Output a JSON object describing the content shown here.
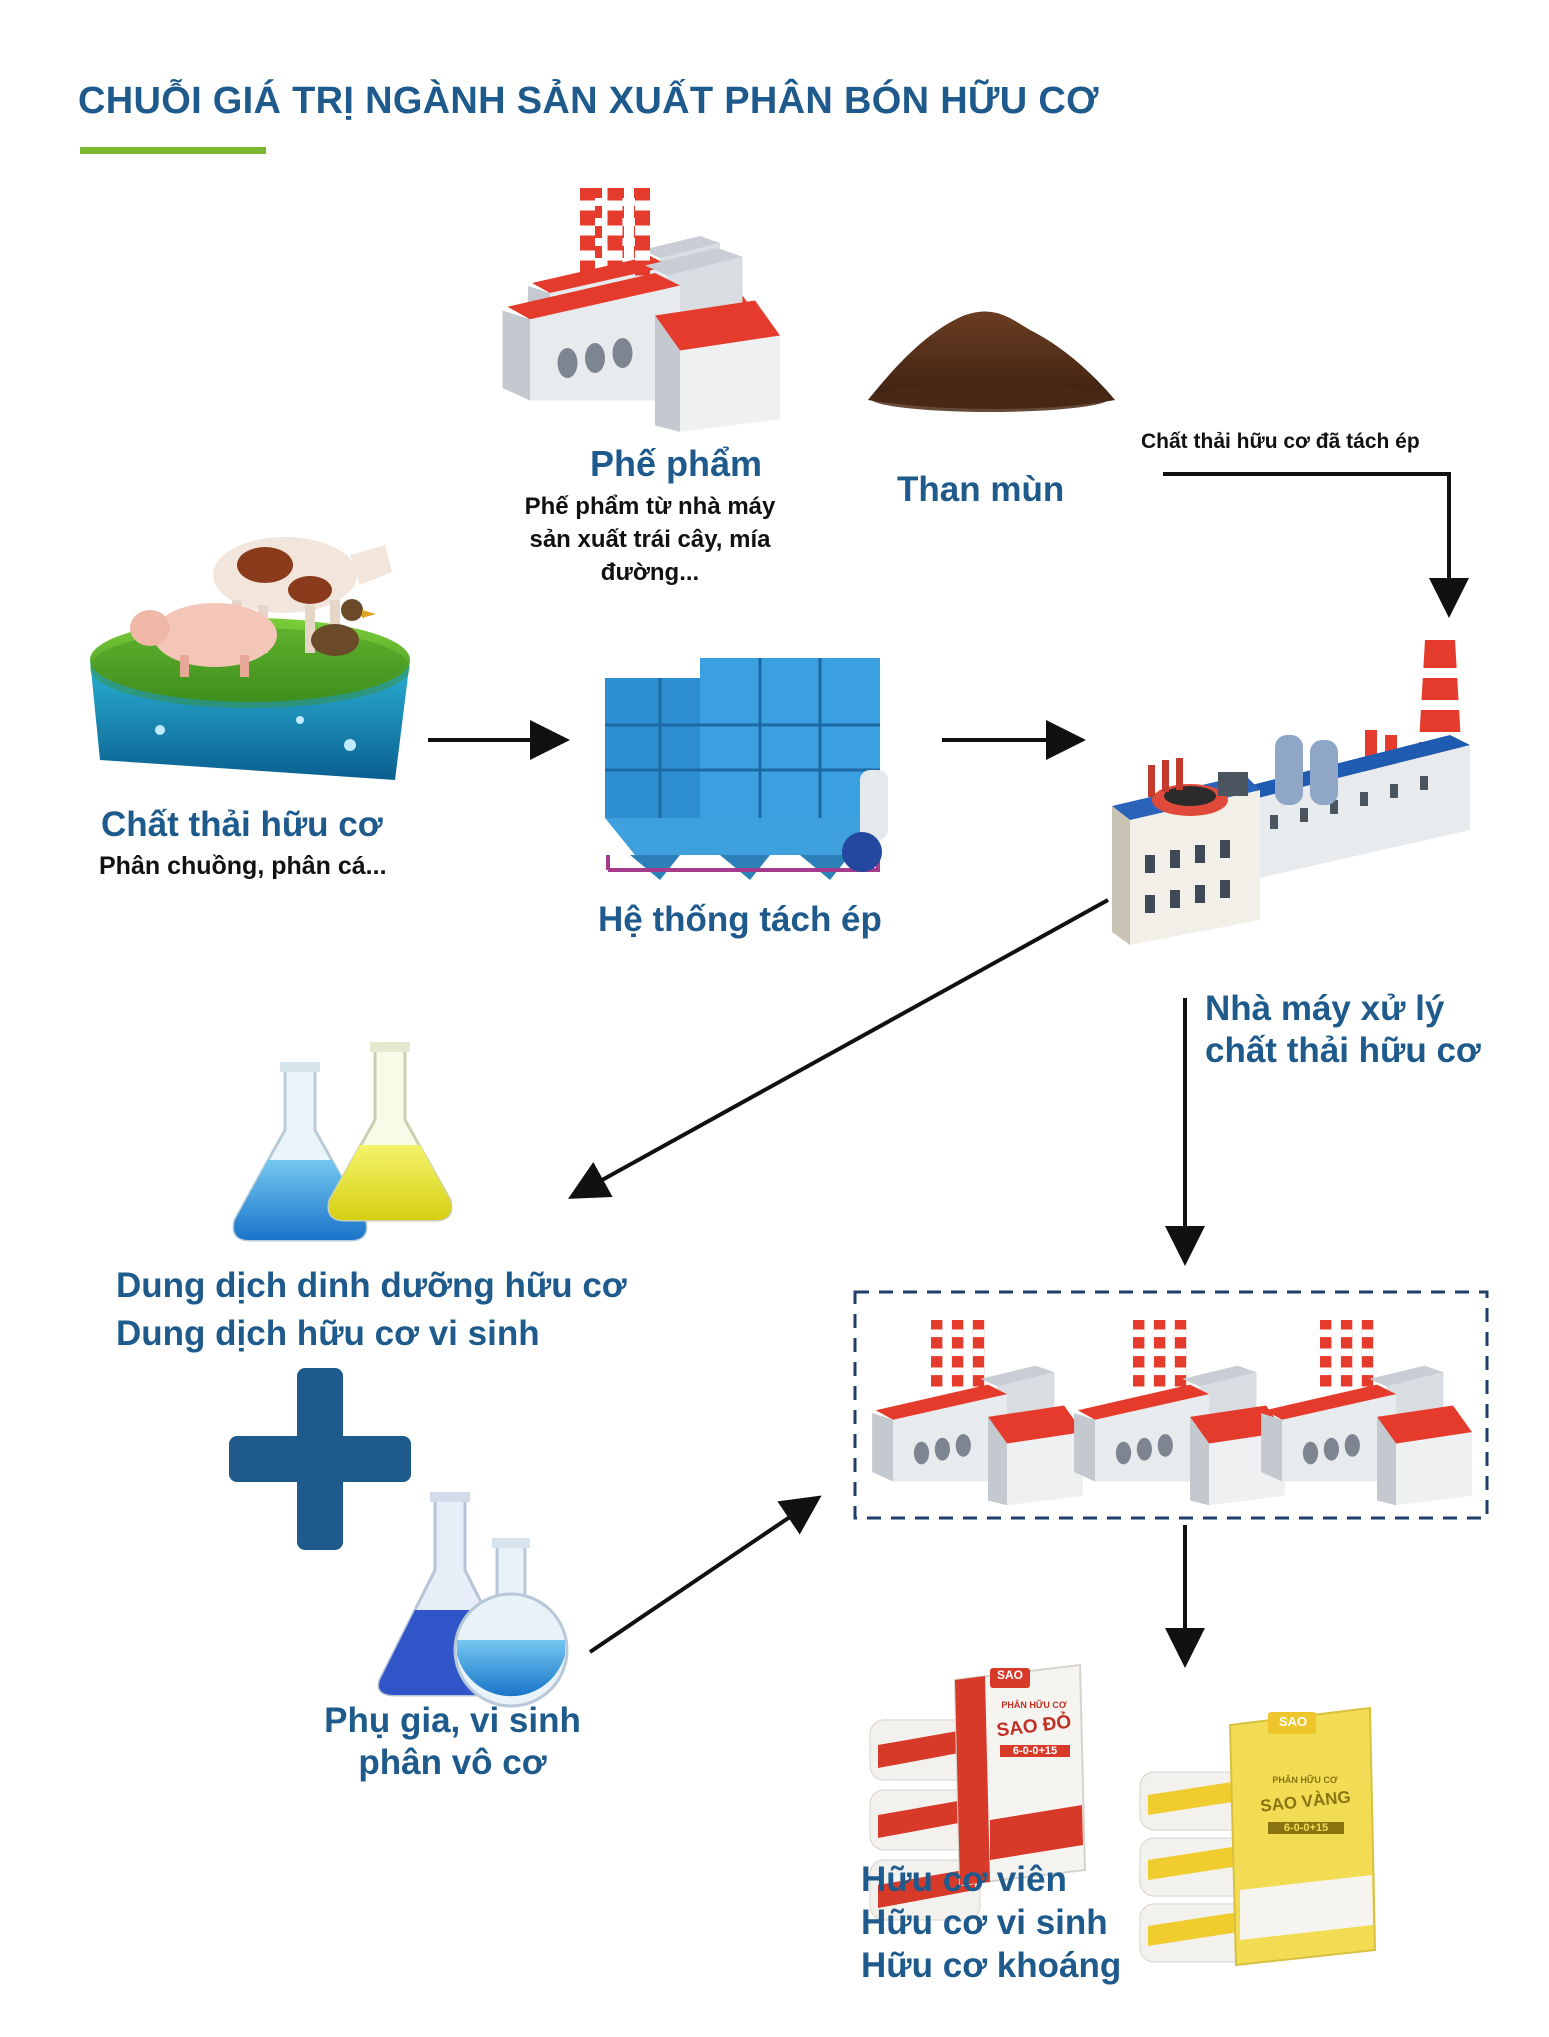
{
  "title": "CHUỖI GIÁ TRỊ NGÀNH SẢN XUẤT PHÂN BÓN HỮU CƠ",
  "colors": {
    "title": "#1e5a8c",
    "accent_underline": "#7cb82f",
    "label_blue": "#1e5a8c",
    "arrow": "#111111",
    "factory_roof": "#e53b2c",
    "plus": "#1e5a8c"
  },
  "nodes": {
    "by_product": {
      "icon": "factory-icon",
      "label": "Phế phẩm",
      "desc_line1": "Phế phẩm từ nhà máy",
      "desc_line2": "sản xuất trái cây, mía",
      "desc_line3": "đường..."
    },
    "humus": {
      "icon": "soil-pile-icon",
      "label": "Than mùn"
    },
    "pressed_waste_note": "Chất thải hữu cơ đã tách ép",
    "organic_waste": {
      "icon": "livestock-icon",
      "label": "Chất thải hữu cơ",
      "desc": "Phân chuồng, phân cá..."
    },
    "separator": {
      "icon": "separator-machine-icon",
      "label": "Hệ thống tách ép"
    },
    "treatment_plant": {
      "icon": "treatment-plant-icon",
      "label_line1": "Nhà máy xử lý",
      "label_line2": "chất thải hữu cơ"
    },
    "nutrient_solution": {
      "icon": "flasks-icon",
      "label_line1": "Dung dịch dinh dưỡng hữu cơ",
      "label_line2": "Dung dịch hữu cơ vi sinh"
    },
    "plus_icon": "plus-icon",
    "additives": {
      "icon": "lab-flasks-icon",
      "label_line1": "Phụ gia, vi sinh",
      "label_line2": "phân vô cơ"
    },
    "factories_group": {
      "icon": "factory-icon"
    },
    "products": {
      "icon": "fertilizer-bags-icon",
      "red_bag": {
        "brand": "SAO",
        "small": "PHÂN HỮU CƠ",
        "name": "SAO ĐỎ",
        "grade": "6-0-0+15"
      },
      "yellow_bag": {
        "brand": "SAO",
        "small": "PHÂN HỮU CƠ",
        "name": "SAO VÀNG",
        "grade": "6-0-0+15"
      },
      "line1": "Hữu cơ viên",
      "line2": "Hữu cơ vi sinh",
      "line3": "Hữu cơ khoáng"
    }
  }
}
